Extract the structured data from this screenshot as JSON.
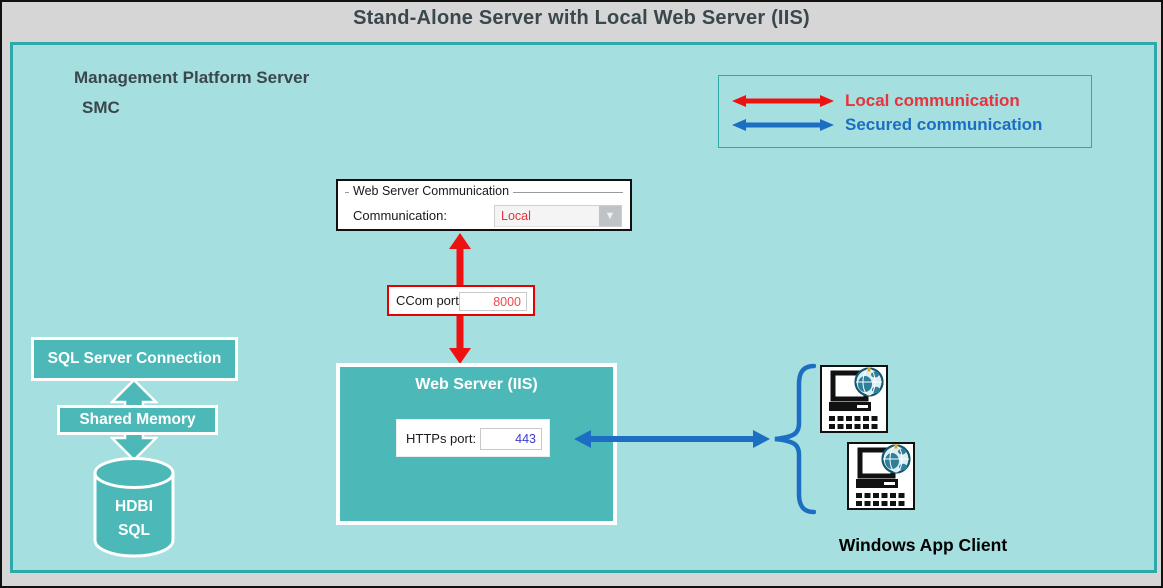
{
  "diagram_title": "Stand-Alone Server with Local Web Server (IIS)",
  "platform": {
    "name": "Management Platform Server",
    "subtitle": "SMC"
  },
  "legend": {
    "items": [
      {
        "label": "Local communication",
        "color": "#e8323c"
      },
      {
        "label": "Secured communication",
        "color": "#1b6ec2"
      }
    ]
  },
  "web_server_communication": {
    "group_label": "Web Server Communication",
    "field_label": "Communication:",
    "selected_value": "Local"
  },
  "ccom": {
    "label": "CCom port:",
    "value": "8000"
  },
  "web_server": {
    "title": "Web Server (IIS)",
    "port_label": "HTTPs port:",
    "port_value": "443"
  },
  "database": {
    "connection_label": "SQL Server Connection",
    "shared_memory_label": "Shared Memory",
    "db_name_line1": "HDBI",
    "db_name_line2": "SQL"
  },
  "clients": {
    "label": "Windows App Client"
  },
  "colors": {
    "background_outer": "#d6d6d6",
    "background_main": "#a6dfdf",
    "teal_fill": "#4cb8b8",
    "teal_border": "#2fa8a8",
    "local_red": "#e60000",
    "secured_blue": "#1b6ec2",
    "title_text": "#3a474d"
  }
}
